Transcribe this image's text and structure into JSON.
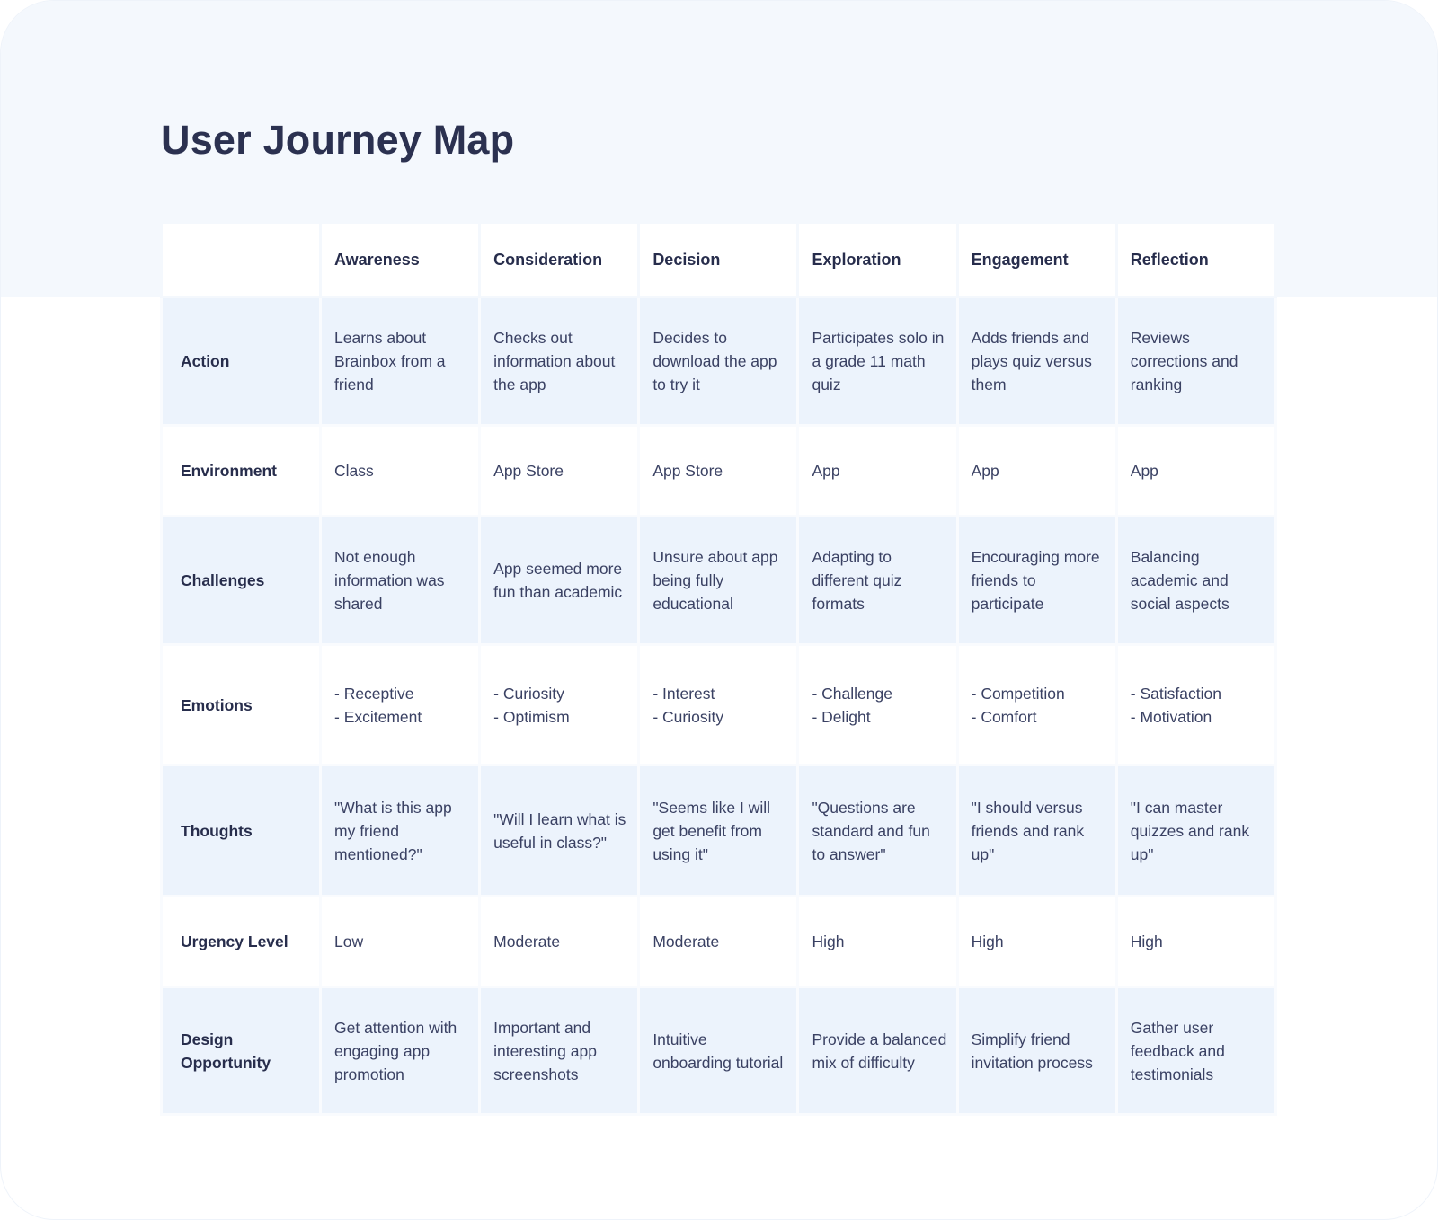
{
  "page": {
    "title": "User Journey Map"
  },
  "colors": {
    "heading_text": "#2b3150",
    "body_text": "#3a4163",
    "band_background": "#f4f8fd",
    "highlight_row_background": "#ecf3fc",
    "cell_background": "#ffffff"
  },
  "journey_table": {
    "stages": [
      "Awareness",
      "Consideration",
      "Decision",
      "Exploration",
      "Engagement",
      "Reflection"
    ],
    "rows": [
      {
        "label": "Action",
        "cells": [
          "Learns about Brainbox from a friend",
          "Checks out information about the app",
          "Decides to download the app to try it",
          "Participates solo in a grade 11 math quiz",
          "Adds friends and plays quiz versus them",
          "Reviews corrections and ranking"
        ]
      },
      {
        "label": "Environment",
        "cells": [
          "Class",
          "App Store",
          "App Store",
          "App",
          "App",
          "App"
        ]
      },
      {
        "label": "Challenges",
        "cells": [
          "Not enough information was shared",
          "App seemed more fun than academic",
          "Unsure about app being fully educational",
          "Adapting to different quiz formats",
          "Encouraging more friends to participate",
          "Balancing academic and social aspects"
        ]
      },
      {
        "label": "Emotions",
        "cells": [
          "- Receptive\n- Excitement",
          "- Curiosity\n- Optimism",
          "- Interest\n- Curiosity",
          "- Challenge\n- Delight",
          "- Competition\n- Comfort",
          "- Satisfaction\n- Motivation"
        ]
      },
      {
        "label": "Thoughts",
        "cells": [
          "\"What is this app my friend mentioned?\"",
          "\"Will I learn what is useful in class?\"",
          "\"Seems like I will get benefit from using it\"",
          "\"Questions are standard and fun to answer\"",
          "\"I should versus friends and rank up\"",
          "\"I can master quizzes and rank up\""
        ]
      },
      {
        "label": "Urgency Level",
        "cells": [
          "Low",
          "Moderate",
          "Moderate",
          "High",
          "High",
          "High"
        ]
      },
      {
        "label": "Design Opportunity",
        "cells": [
          "Get attention with engaging app promotion",
          "Important and interesting app screenshots",
          "Intuitive onboarding tutorial",
          "Provide a balanced mix of difficulty",
          "Simplify friend invitation process",
          "Gather user feedback and testimonials"
        ]
      }
    ]
  }
}
